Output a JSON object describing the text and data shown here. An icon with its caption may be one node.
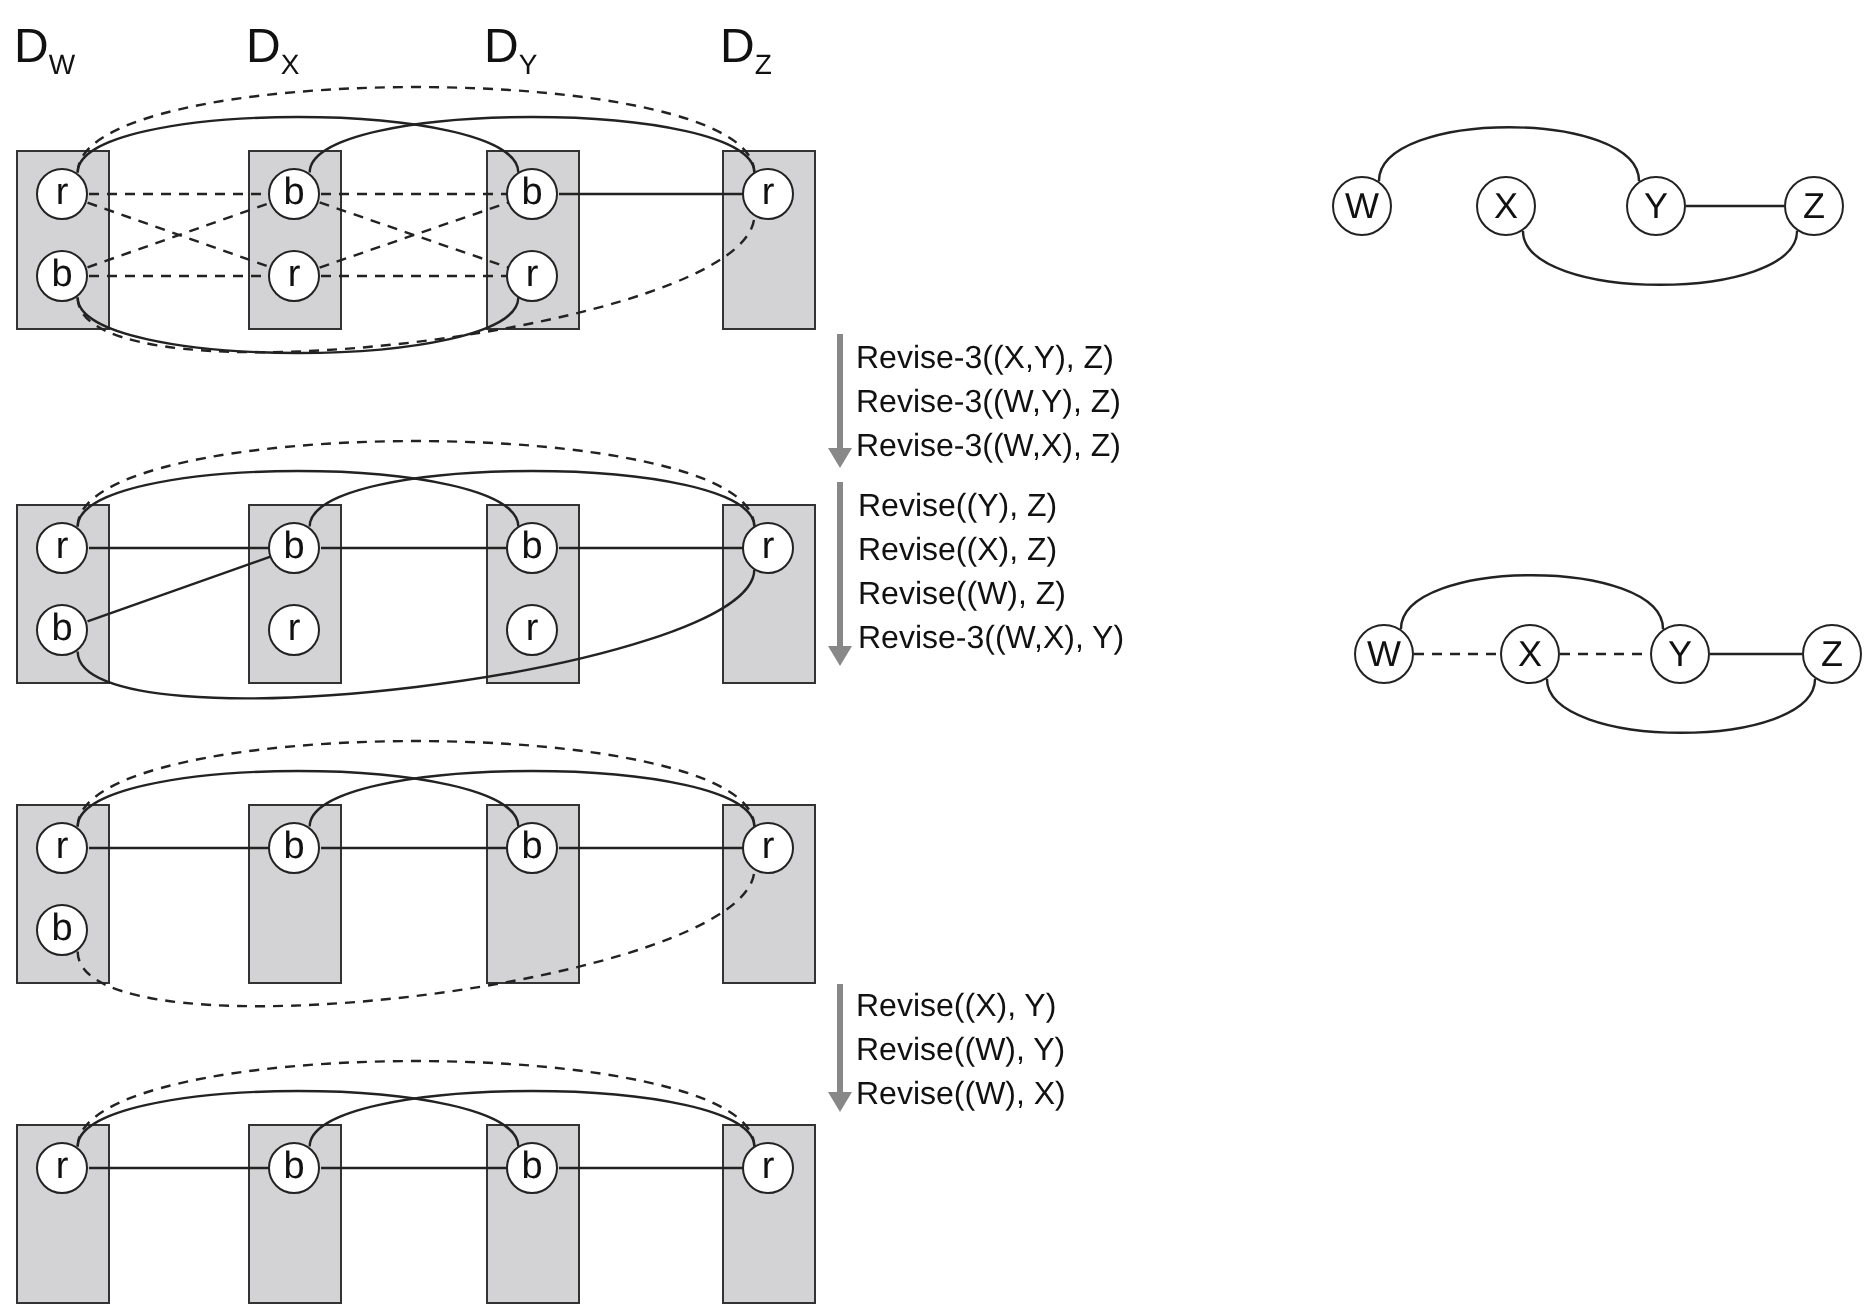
{
  "diagram": {
    "nodes": [
      {
        "text": [
          "D$_{W}$"
        ]
      },
      {
        "text": [
          "r"
        ],
        "in": 0
      },
      {
        "text": [
          "b"
        ],
        "in": 0
      },
      {
        "text": [
          "D$_{X}$"
        ]
      },
      {
        "text": [
          "b"
        ],
        "in": 3
      },
      {
        "text": [
          "r"
        ],
        "in": 3
      },
      {
        "text": [
          "D$_{Y}$"
        ]
      },
      {
        "text": [
          "b"
        ],
        "in": 6
      },
      {
        "text": [
          "r"
        ],
        "in": 6
      },
      {
        "text": [
          "D$_{Z}$"
        ]
      },
      {
        "text": [
          "r"
        ],
        "in": 9
      },
      {
        "text": [],
        "shape": "box"
      },
      {
        "text": [
          "r"
        ],
        "in": 11
      },
      {
        "text": [
          "b"
        ],
        "in": 11
      },
      {
        "text": [],
        "shape": "box"
      },
      {
        "text": [
          "b"
        ],
        "in": 14
      },
      {
        "text": [
          "r"
        ],
        "in": 14
      },
      {
        "text": [],
        "shape": "box"
      },
      {
        "text": [
          "b"
        ],
        "in": 17
      },
      {
        "text": [
          "r"
        ],
        "in": 17
      },
      {
        "text": [],
        "shape": "box"
      },
      {
        "text": [
          "r"
        ],
        "in": 20
      },
      {
        "text": [],
        "shape": "box"
      },
      {
        "text": [
          "r"
        ],
        "in": 22
      },
      {
        "text": [
          "b"
        ],
        "in": 22
      },
      {
        "text": [],
        "shape": "box"
      },
      {
        "text": [
          "b"
        ],
        "in": 25
      },
      {
        "text": [],
        "shape": "box"
      },
      {
        "text": [
          "b"
        ],
        "in": 27
      },
      {
        "text": [],
        "shape": "box"
      },
      {
        "text": [
          "r"
        ],
        "in": 29
      },
      {
        "text": [],
        "shape": "box"
      },
      {
        "text": [
          "r"
        ],
        "in": 31
      },
      {
        "text": [],
        "shape": "box"
      },
      {
        "text": [
          "b"
        ],
        "in": 33
      },
      {
        "text": [],
        "shape": "box"
      },
      {
        "text": [
          "b"
        ],
        "in": 35
      },
      {
        "text": [],
        "shape": "box"
      },
      {
        "text": [
          "r"
        ],
        "in": 37
      },
      {
        "text": [
          "W"
        ]
      },
      {
        "text": [
          "X"
        ]
      },
      {
        "text": [
          "Y"
        ]
      },
      {
        "text": [
          "Z"
        ]
      },
      {
        "text": [
          "W"
        ]
      },
      {
        "text": [
          "X"
        ]
      },
      {
        "text": [
          "Y"
        ]
      },
      {
        "text": [
          "Z"
        ]
      }
    ],
    "edges": [
      {
        "from": 1,
        "to": 4,
        "arrow": "none",
        "style": "dashed"
      },
      {
        "from": 1,
        "to": 5,
        "arrow": "none",
        "style": "dashed"
      },
      {
        "from": 2,
        "to": 4,
        "arrow": "none",
        "style": "dashed"
      },
      {
        "from": 2,
        "to": 5,
        "arrow": "none",
        "style": "dashed"
      },
      {
        "from": 4,
        "to": 7,
        "arrow": "none",
        "style": "dashed"
      },
      {
        "from": 4,
        "to": 8,
        "arrow": "none",
        "style": "dashed"
      },
      {
        "from": 5,
        "to": 7,
        "arrow": "none",
        "style": "dashed"
      },
      {
        "from": 5,
        "to": 8,
        "arrow": "none",
        "style": "dashed"
      },
      {
        "from": 7,
        "to": 10,
        "arrow": "none"
      },
      {
        "from": 1,
        "to": 7,
        "arrow": "none"
      },
      {
        "from": 4,
        "to": 10,
        "arrow": "none"
      },
      {
        "from": 2,
        "to": 8,
        "arrow": "none"
      },
      {
        "from": 1,
        "to": 10,
        "arrow": "none",
        "style": "dashed"
      },
      {
        "from": 2,
        "to": 10,
        "arrow": "none",
        "style": "dashed"
      },
      {
        "from": 12,
        "to": 15,
        "arrow": "none"
      },
      {
        "from": 15,
        "to": 18,
        "arrow": "none"
      },
      {
        "from": 18,
        "to": 21,
        "arrow": "none"
      },
      {
        "from": 13,
        "to": 15,
        "arrow": "none"
      },
      {
        "from": 12,
        "to": 18,
        "arrow": "none"
      },
      {
        "from": 15,
        "to": 21,
        "arrow": "none"
      },
      {
        "from": 13,
        "to": 21,
        "arrow": "none"
      },
      {
        "from": 12,
        "to": 21,
        "arrow": "none",
        "style": "dashed"
      },
      {
        "from": 23,
        "to": 26,
        "arrow": "none"
      },
      {
        "from": 26,
        "to": 28,
        "arrow": "none"
      },
      {
        "from": 28,
        "to": 30,
        "arrow": "none"
      },
      {
        "from": 23,
        "to": 28,
        "arrow": "none"
      },
      {
        "from": 26,
        "to": 30,
        "arrow": "none"
      },
      {
        "from": 23,
        "to": 30,
        "arrow": "none",
        "style": "dashed"
      },
      {
        "from": 24,
        "to": 30,
        "arrow": "none",
        "style": "dashed"
      },
      {
        "from": 32,
        "to": 34,
        "arrow": "none"
      },
      {
        "from": 34,
        "to": 36,
        "arrow": "none"
      },
      {
        "from": 36,
        "to": 38,
        "arrow": "none"
      },
      {
        "from": 32,
        "to": 36,
        "arrow": "none"
      },
      {
        "from": 34,
        "to": 38,
        "arrow": "none"
      },
      {
        "from": 32,
        "to": 38,
        "arrow": "none",
        "style": "dashed"
      },
      {
        "from": 39,
        "to": 41,
        "arrow": "none"
      },
      {
        "from": 40,
        "to": 42,
        "arrow": "none"
      },
      {
        "from": 41,
        "to": 42,
        "arrow": "none"
      },
      {
        "from": 43,
        "to": 45,
        "arrow": "none"
      },
      {
        "from": 43,
        "to": 44,
        "arrow": "none",
        "style": "dashed"
      },
      {
        "from": 44,
        "to": 45,
        "arrow": "none",
        "style": "dashed"
      },
      {
        "from": 45,
        "to": 46,
        "arrow": "none"
      },
      {
        "from": 44,
        "to": 46,
        "arrow": "none"
      }
    ],
    "labels": [
      "Revise-3((X,Y), Z)",
      "Revise-3((W,Y), Z)",
      "Revise-3((W,X), Z)",
      "Revise((Y), Z)",
      "Revise((X), Z)",
      "Revise((W), Z)",
      "Revise-3((W,X), Y)",
      "Revise((X), Y)",
      "Revise((W), Y)",
      "Revise((W), X)"
    ]
  }
}
